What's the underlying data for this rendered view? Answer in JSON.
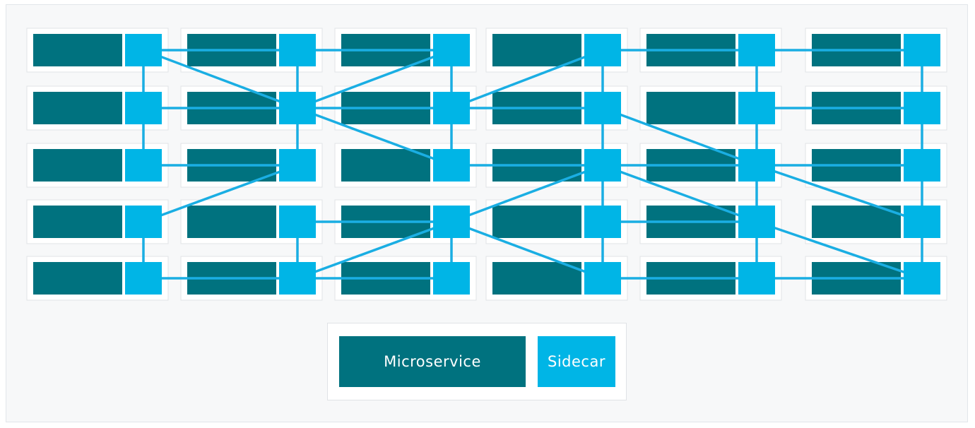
{
  "legend": {
    "microservice_label": "Microservice",
    "sidecar_label": "Sidecar"
  },
  "colors": {
    "microservice": "#00727f",
    "sidecar": "#00b5e6",
    "connection": "#1aaee3",
    "cell_border": "#e0e3e6",
    "background": "#f7f8f9"
  },
  "mesh": {
    "columns": 6,
    "rows": 5,
    "links": [
      [
        [
          0,
          0
        ],
        [
          0,
          1
        ]
      ],
      [
        [
          0,
          1
        ],
        [
          0,
          2
        ]
      ],
      [
        [
          0,
          3
        ],
        [
          0,
          4
        ]
      ],
      [
        [
          1,
          0
        ],
        [
          1,
          1
        ]
      ],
      [
        [
          1,
          1
        ],
        [
          1,
          2
        ]
      ],
      [
        [
          1,
          3
        ],
        [
          1,
          4
        ]
      ],
      [
        [
          2,
          0
        ],
        [
          2,
          1
        ]
      ],
      [
        [
          2,
          1
        ],
        [
          2,
          2
        ]
      ],
      [
        [
          2,
          3
        ],
        [
          2,
          4
        ]
      ],
      [
        [
          3,
          0
        ],
        [
          3,
          1
        ]
      ],
      [
        [
          3,
          1
        ],
        [
          3,
          2
        ]
      ],
      [
        [
          3,
          2
        ],
        [
          3,
          3
        ]
      ],
      [
        [
          3,
          3
        ],
        [
          3,
          4
        ]
      ],
      [
        [
          4,
          0
        ],
        [
          4,
          1
        ]
      ],
      [
        [
          4,
          1
        ],
        [
          4,
          2
        ]
      ],
      [
        [
          4,
          2
        ],
        [
          4,
          3
        ]
      ],
      [
        [
          4,
          3
        ],
        [
          4,
          4
        ]
      ],
      [
        [
          5,
          0
        ],
        [
          5,
          1
        ]
      ],
      [
        [
          5,
          1
        ],
        [
          5,
          2
        ]
      ],
      [
        [
          5,
          2
        ],
        [
          5,
          3
        ]
      ],
      [
        [
          5,
          3
        ],
        [
          5,
          4
        ]
      ],
      [
        [
          0,
          0
        ],
        [
          1,
          0
        ]
      ],
      [
        [
          1,
          0
        ],
        [
          2,
          0
        ]
      ],
      [
        [
          3,
          0
        ],
        [
          4,
          0
        ]
      ],
      [
        [
          4,
          0
        ],
        [
          5,
          0
        ]
      ],
      [
        [
          0,
          1
        ],
        [
          1,
          1
        ]
      ],
      [
        [
          1,
          1
        ],
        [
          2,
          1
        ]
      ],
      [
        [
          2,
          1
        ],
        [
          3,
          1
        ]
      ],
      [
        [
          4,
          1
        ],
        [
          5,
          1
        ]
      ],
      [
        [
          0,
          2
        ],
        [
          1,
          2
        ]
      ],
      [
        [
          2,
          2
        ],
        [
          3,
          2
        ]
      ],
      [
        [
          3,
          2
        ],
        [
          4,
          2
        ]
      ],
      [
        [
          4,
          2
        ],
        [
          5,
          2
        ]
      ],
      [
        [
          1,
          3
        ],
        [
          2,
          3
        ]
      ],
      [
        [
          3,
          3
        ],
        [
          4,
          3
        ]
      ],
      [
        [
          0,
          4
        ],
        [
          1,
          4
        ]
      ],
      [
        [
          1,
          4
        ],
        [
          2,
          4
        ]
      ],
      [
        [
          3,
          4
        ],
        [
          4,
          4
        ]
      ],
      [
        [
          4,
          4
        ],
        [
          5,
          4
        ]
      ],
      [
        [
          0,
          0
        ],
        [
          1,
          1
        ]
      ],
      [
        [
          2,
          0
        ],
        [
          1,
          1
        ]
      ],
      [
        [
          1,
          1
        ],
        [
          2,
          2
        ]
      ],
      [
        [
          3,
          0
        ],
        [
          2,
          1
        ]
      ],
      [
        [
          3,
          1
        ],
        [
          4,
          2
        ]
      ],
      [
        [
          4,
          2
        ],
        [
          5,
          3
        ]
      ],
      [
        [
          1,
          2
        ],
        [
          0,
          3
        ]
      ],
      [
        [
          3,
          2
        ],
        [
          2,
          3
        ]
      ],
      [
        [
          3,
          2
        ],
        [
          4,
          3
        ]
      ],
      [
        [
          2,
          3
        ],
        [
          1,
          4
        ]
      ],
      [
        [
          2,
          3
        ],
        [
          3,
          4
        ]
      ],
      [
        [
          4,
          3
        ],
        [
          5,
          4
        ]
      ]
    ]
  }
}
